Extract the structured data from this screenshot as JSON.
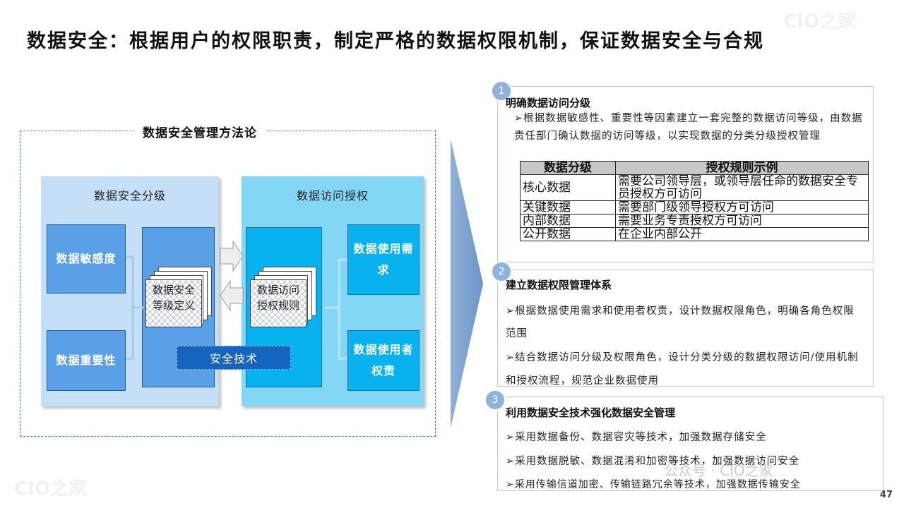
{
  "title": "数据安全：根据用户的权限职责，制定严格的数据权限机制，保证数据安全与合规",
  "watermarks": {
    "top": "CIO之家",
    "bottom": "CIO之家",
    "wechat": "公众号 · CIO之家"
  },
  "page_number": "47",
  "diagram": {
    "title": "数据安全管理方法论",
    "classification": {
      "title": "数据安全分级",
      "box1": "数据敏感度",
      "box2": "数据重要性",
      "doc": "数据安全等级定义"
    },
    "authorization": {
      "title": "数据访问授权",
      "box1": "数据使用需求",
      "box2": "数据使用者权责",
      "doc": "数据访问授权规则"
    },
    "tech": "安全技术"
  },
  "cards": [
    {
      "num": "1",
      "title": "明确数据访问分级",
      "bullet": "➢根据数据敏感性、重要性等因素建立一套完整的数据访问等级，由数据责任部门确认数据的访问等级，以实现数据的分类分级授权管理",
      "table": {
        "headers": [
          "数据分级",
          "授权规则示例"
        ],
        "rows": [
          [
            "核心数据",
            "需要公司领导层，或领导层任命的数据安全专员授权方可访问"
          ],
          [
            "关键数据",
            "需要部门级领导授权方可访问"
          ],
          [
            "内部数据",
            "需要业务专责授权方可访问"
          ],
          [
            "公开数据",
            "在企业内部公开"
          ]
        ]
      }
    },
    {
      "num": "2",
      "title": "建立数据权限管理体系",
      "bullets": [
        "➢根据数据使用需求和使用者权责，设计数据权限角色，明确各角色权限范围",
        "➢结合数据访问分级及权限角色，设计分类分级的数据权限访问/使用机制和授权流程，规范企业数据使用"
      ]
    },
    {
      "num": "3",
      "title": "利用数据安全技术强化数据安全管理",
      "bullets": [
        "➢采用数据备份、数据容灾等技术，加强数据存储安全",
        "➢采用数据脱敏、数据混淆和加密等技术，加强数据访问安全",
        "➢采用传输信道加密、传输链路冗余等技术，加强数据传输安全"
      ]
    }
  ],
  "colors": {
    "accent": "#1565c0",
    "badge": "#8fb3db",
    "panel_left": "#c5dff6",
    "panel_right": "#83d7f5"
  }
}
